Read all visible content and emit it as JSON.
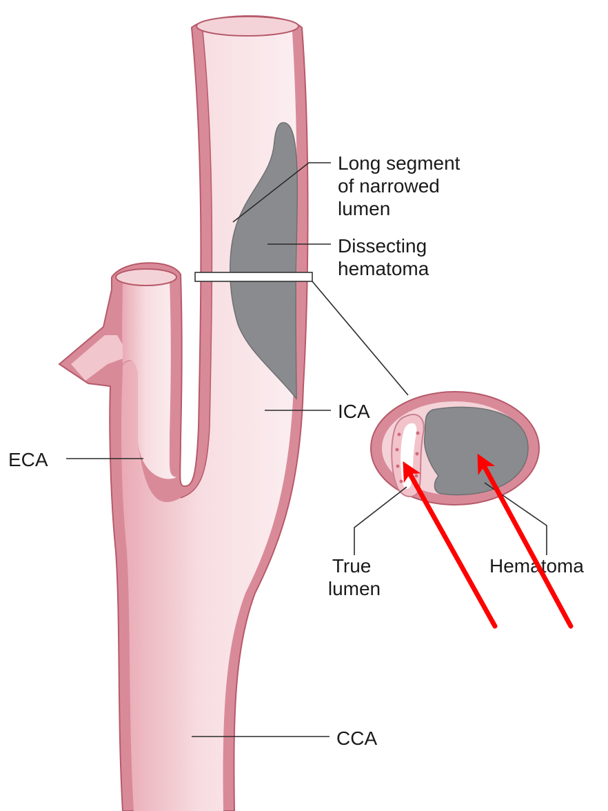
{
  "labels": {
    "long_segment": [
      "Long segment",
      "of narrowed",
      "lumen"
    ],
    "dissecting": [
      "Dissecting",
      "hematoma"
    ],
    "ica": "ICA",
    "eca": "ECA",
    "cca": "CCA",
    "true_lumen": [
      "True",
      "lumen"
    ],
    "hematoma": "Hematoma"
  },
  "colors": {
    "vessel_wall": "#d98a98",
    "vessel_outline": "#b65a6a",
    "vessel_interior": "#f7dde1",
    "vessel_shade": "#e9aab5",
    "hematoma": "#8a8b8e",
    "hematoma_outline": "#6e6f72",
    "arrow": "#ff0000",
    "label": "#1a1a1a"
  }
}
